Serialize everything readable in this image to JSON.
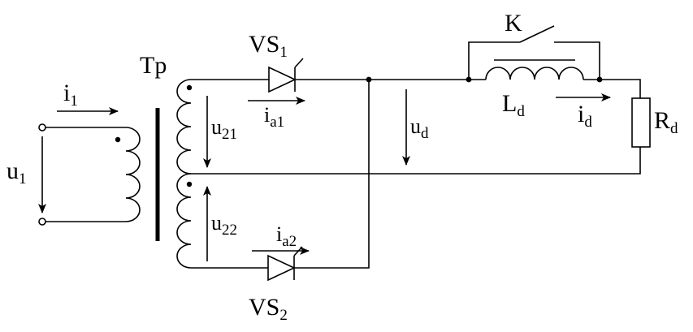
{
  "labels": {
    "transformer": "Tp",
    "i1": "i",
    "i1_sub": "1",
    "u1": "u",
    "u1_sub": "1",
    "u21": "u",
    "u21_sub": "21",
    "u22": "u",
    "u22_sub": "22",
    "ia1": "i",
    "ia1_sub": "a1",
    "ia2": "i",
    "ia2_sub": "a2",
    "vs1": "VS",
    "vs1_sub": "1",
    "vs2": "VS",
    "vs2_sub": "2",
    "ud": "u",
    "ud_sub": "d",
    "switch": "K",
    "inductor": "L",
    "inductor_sub": "d",
    "id": "i",
    "id_sub": "d",
    "resistor": "R",
    "resistor_sub": "d"
  }
}
